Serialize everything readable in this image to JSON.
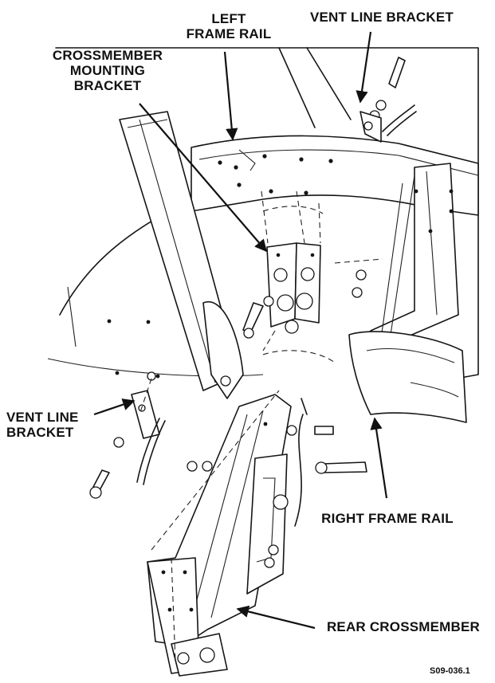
{
  "labels": {
    "left_frame_rail": [
      "LEFT",
      "FRAME RAIL"
    ],
    "vent_line_bracket_top": "VENT LINE BRACKET",
    "crossmember_mounting_bracket": [
      "CROSSMEMBER",
      "MOUNTING",
      "BRACKET"
    ],
    "vent_line_bracket_left": [
      "VENT LINE",
      "BRACKET"
    ],
    "right_frame_rail": "RIGHT FRAME RAIL",
    "rear_crossmember": "REAR CROSSMEMBER"
  },
  "figure_code": "S09-036.1"
}
